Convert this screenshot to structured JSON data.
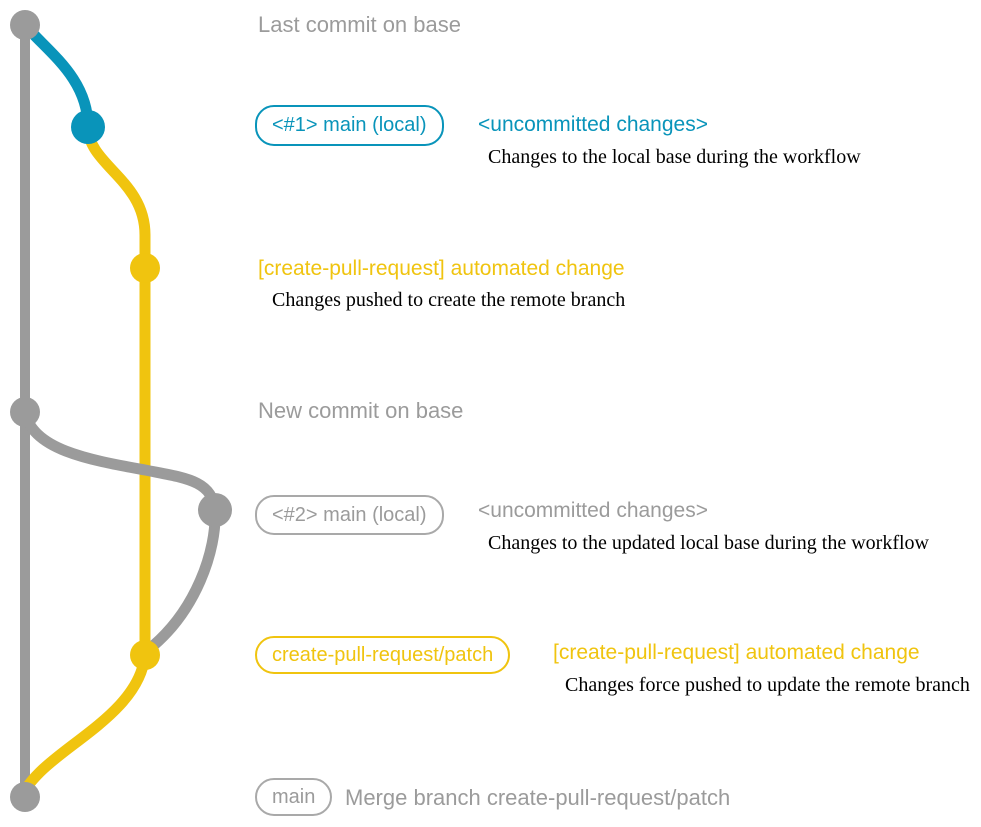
{
  "colors": {
    "teal": "#0994ba",
    "yellow": "#f0c40f",
    "gray": "#9b9b9b",
    "badge-gray": "#a9a9a9",
    "description": "#000000"
  },
  "graph": {
    "commit_dots": [
      {
        "name": "base-last-commit",
        "color": "gray"
      },
      {
        "name": "main-local-commit-1",
        "color": "teal"
      },
      {
        "name": "patch-branch-commit-1",
        "color": "yellow"
      },
      {
        "name": "base-new-commit",
        "color": "gray"
      },
      {
        "name": "main-local-commit-2",
        "color": "gray"
      },
      {
        "name": "patch-branch-commit-2",
        "color": "yellow"
      },
      {
        "name": "merge-commit",
        "color": "gray"
      }
    ]
  },
  "annotations": {
    "last_commit_heading": "Last commit on base",
    "main_local_1": {
      "badge": "<#1> main (local)",
      "status": "<uncommitted changes>",
      "description": "Changes to the local base during the workflow"
    },
    "push_1": {
      "message": "[create-pull-request] automated change",
      "description": "Changes pushed to create the remote branch"
    },
    "new_commit_heading": "New commit on base",
    "main_local_2": {
      "badge": "<#2> main (local)",
      "status": "<uncommitted changes>",
      "description": "Changes to the updated local base during the workflow"
    },
    "push_2": {
      "badge": "create-pull-request/patch",
      "message": "[create-pull-request] automated change",
      "description": "Changes force pushed to update the remote branch"
    },
    "merge": {
      "badge": "main",
      "message": "Merge branch create-pull-request/patch"
    }
  }
}
